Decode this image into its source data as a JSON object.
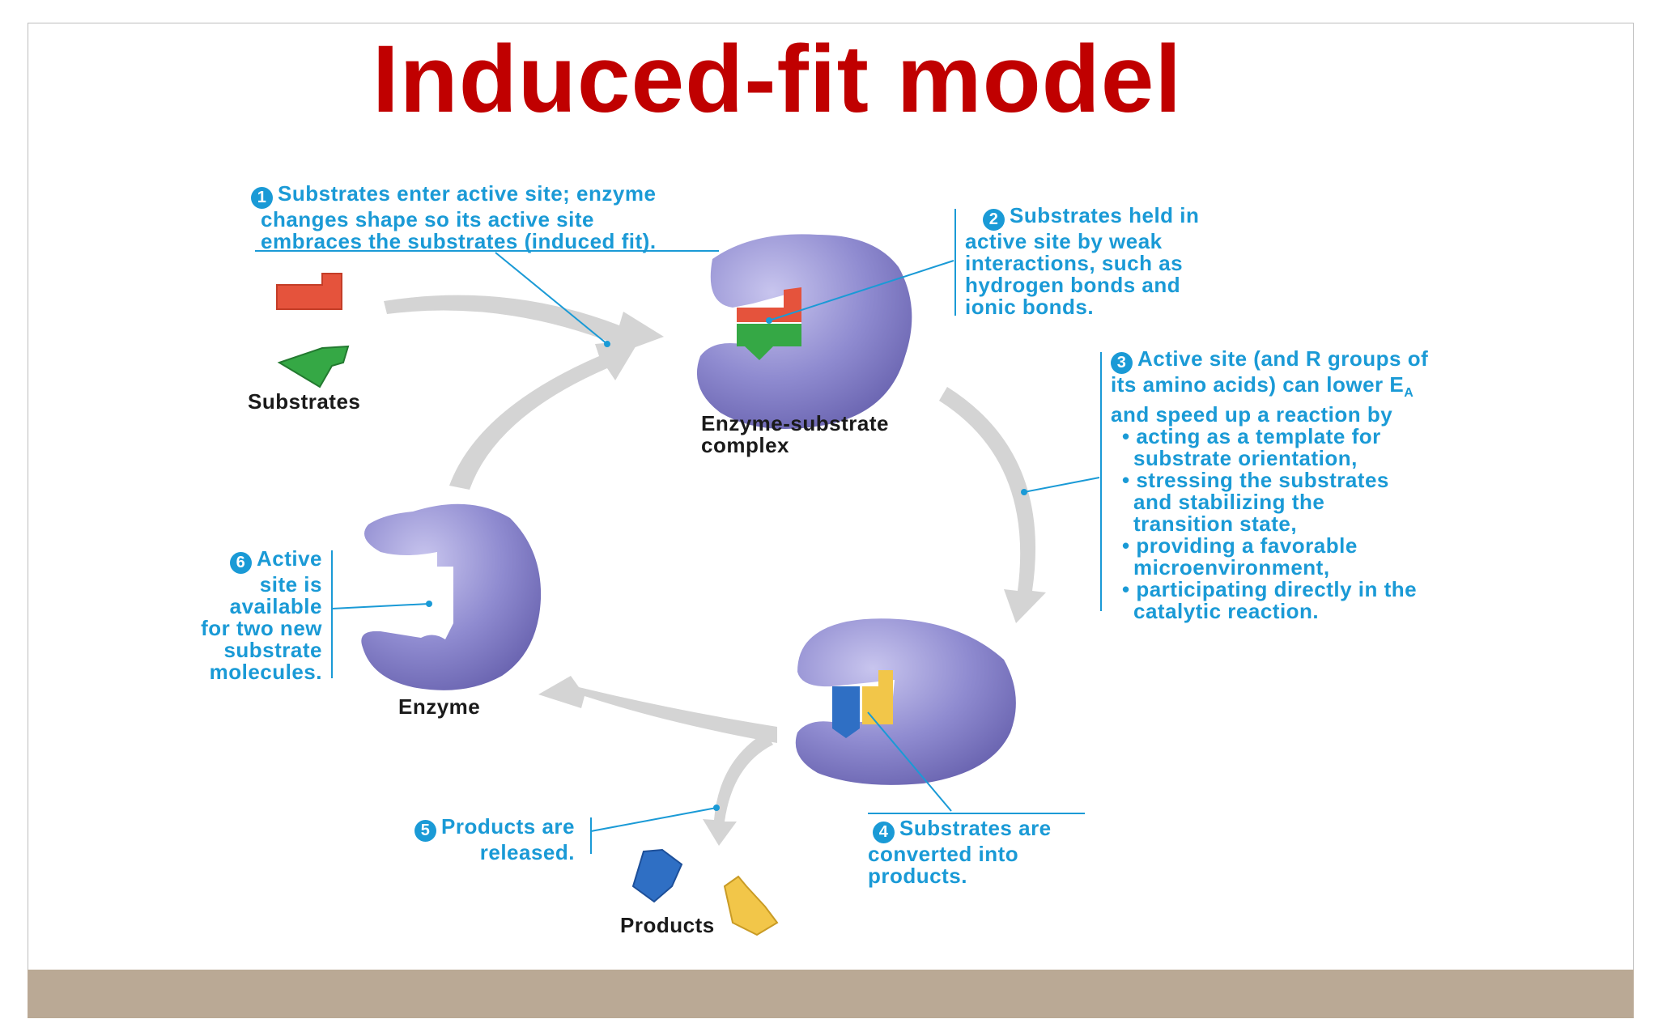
{
  "title": "Induced-fit model",
  "step_numbers": [
    "1",
    "2",
    "3",
    "4",
    "5",
    "6"
  ],
  "steps": {
    "step1": {
      "lines": [
        "Substrates enter active site; enzyme",
        "changes shape so its active site",
        "embraces the substrates (induced fit)."
      ]
    },
    "step2": {
      "lines": [
        "Substrates held in",
        "active site by weak",
        "interactions, such as",
        "hydrogen bonds and",
        "ionic bonds."
      ]
    },
    "step3": {
      "intro": [
        "Active site (and R groups of",
        "its amino acids) can lower E"
      ],
      "subscript": "A",
      "intro_end": "and speed up a reaction by",
      "bullets": [
        [
          "acting as a template for",
          "substrate orientation,"
        ],
        [
          "stressing the substrates",
          "and stabilizing the",
          "transition state,"
        ],
        [
          "providing a favorable",
          "microenvironment,"
        ],
        [
          "participating directly in the",
          "catalytic reaction."
        ]
      ]
    },
    "step4": {
      "lines": [
        "Substrates are",
        "converted into",
        "products."
      ]
    },
    "step5": {
      "lines": [
        "Products are",
        "released."
      ]
    },
    "step6": {
      "lines": [
        "Active",
        "site is",
        "available",
        "for two new",
        "substrate",
        "molecules."
      ]
    }
  },
  "labels": {
    "substrates": "Substrates",
    "complex": [
      "Enzyme-substrate",
      "complex"
    ],
    "enzyme": "Enzyme",
    "products": "Products"
  },
  "colors": {
    "title": "#c00000",
    "caption": "#1a9ad6",
    "enzyme": "#8a86cc",
    "substrate_red": "#e5533c",
    "substrate_green": "#35a845",
    "product_blue": "#2f6fc4",
    "product_yellow": "#f2c649",
    "footer_bar": "#baa995"
  }
}
